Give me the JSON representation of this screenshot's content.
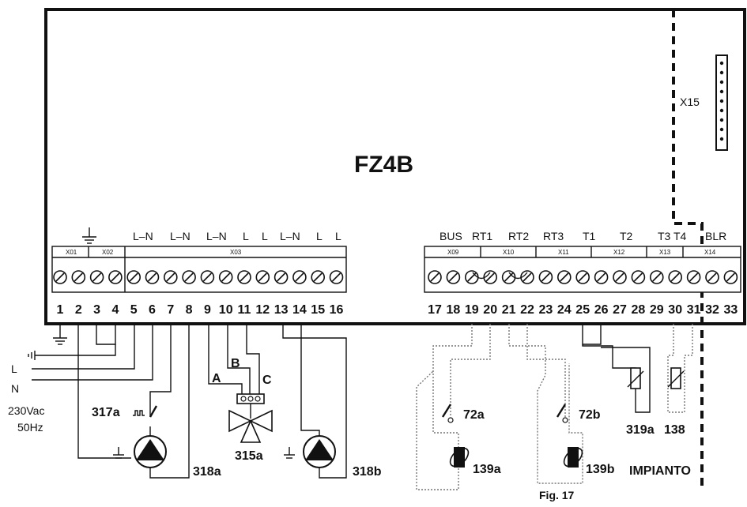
{
  "board": {
    "model": "FZ4B",
    "x15_label": "X15",
    "ground_symbol_label": "⏚"
  },
  "terminal_groups_left": [
    {
      "id": "X01"
    },
    {
      "id": "X02"
    },
    {
      "id": "X03"
    }
  ],
  "terminal_groups_right": [
    {
      "id": "X09"
    },
    {
      "id": "X10"
    },
    {
      "id": "X11"
    },
    {
      "id": "X12"
    },
    {
      "id": "X13"
    },
    {
      "id": "X14"
    }
  ],
  "top_labels_left": [
    "L–N",
    "L–N",
    "L–N",
    "L",
    "L",
    "L–N",
    "L",
    "L"
  ],
  "top_labels_right": [
    "BUS",
    "RT1",
    "RT2",
    "RT3",
    "T1",
    "T2",
    "T3",
    "T4",
    "BLR"
  ],
  "terminal_numbers": [
    "1",
    "2",
    "3",
    "4",
    "5",
    "6",
    "7",
    "8",
    "9",
    "10",
    "11",
    "12",
    "13",
    "14",
    "15",
    "16",
    "17",
    "18",
    "19",
    "20",
    "21",
    "22",
    "23",
    "24",
    "25",
    "26",
    "27",
    "28",
    "29",
    "30",
    "31",
    "32",
    "33"
  ],
  "supply": {
    "L": "L",
    "N": "N",
    "voltage": "230Vac",
    "frequency": "50Hz"
  },
  "valve_letters": {
    "a": "A",
    "b": "B",
    "c": "C"
  },
  "components": {
    "c317a": "317a",
    "c318a": "318a",
    "c315a": "315a",
    "c318b": "318b",
    "c72a": "72a",
    "c72b": "72b",
    "c139a": "139a",
    "c139b": "139b",
    "c319a": "319a",
    "c138": "138",
    "impianto": "IMPIANTO"
  },
  "figure_caption": "Fig. 17"
}
